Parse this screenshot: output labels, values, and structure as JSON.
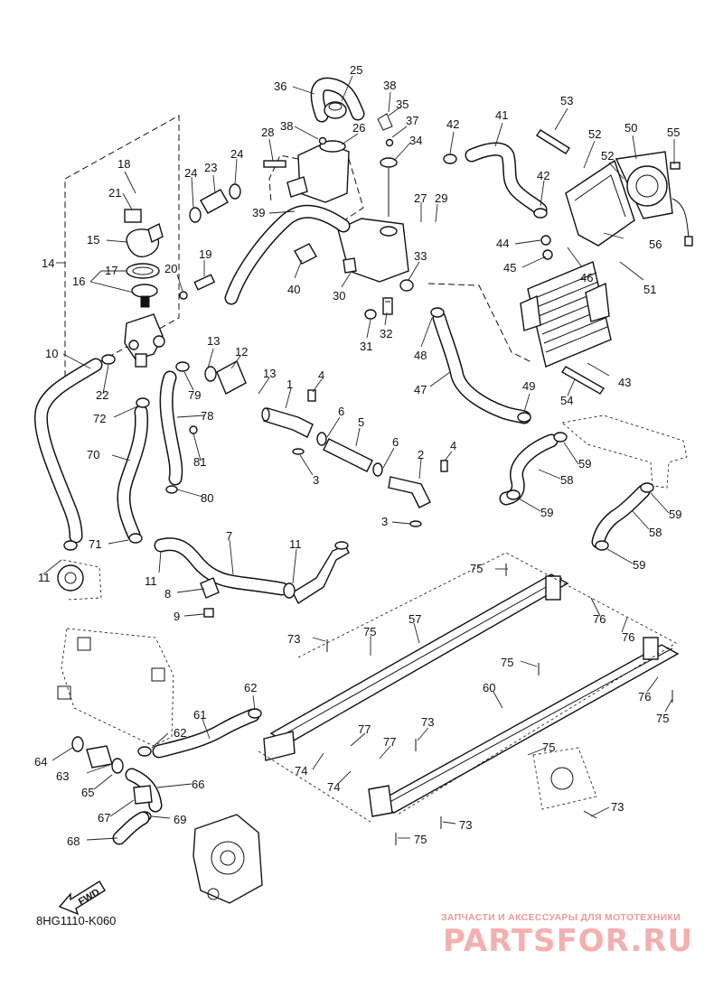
{
  "diagram": {
    "drawing_code": "8HG1110-K060",
    "fwd_label": "FWD",
    "watermark": {
      "tagline": "ЗАПЧАСТИ И АКСЕССУАРЫ ДЛЯ МОТОТЕХНИКИ",
      "brand": "PARTSFOR.RU"
    },
    "callouts": [
      {
        "id": "c25",
        "text": "25"
      },
      {
        "id": "c36",
        "text": "36"
      },
      {
        "id": "c38a",
        "text": "38"
      },
      {
        "id": "c35",
        "text": "35"
      },
      {
        "id": "c38b",
        "text": "38"
      },
      {
        "id": "c26",
        "text": "26"
      },
      {
        "id": "c37",
        "text": "37"
      },
      {
        "id": "c34",
        "text": "34"
      },
      {
        "id": "c42a",
        "text": "42"
      },
      {
        "id": "c41",
        "text": "41"
      },
      {
        "id": "c53",
        "text": "53"
      },
      {
        "id": "c50",
        "text": "50"
      },
      {
        "id": "c52a",
        "text": "52"
      },
      {
        "id": "c55",
        "text": "55"
      },
      {
        "id": "c52b",
        "text": "52"
      },
      {
        "id": "c28",
        "text": "28"
      },
      {
        "id": "c24a",
        "text": "24"
      },
      {
        "id": "c23",
        "text": "23"
      },
      {
        "id": "c24b",
        "text": "24"
      },
      {
        "id": "c18",
        "text": "18"
      },
      {
        "id": "c21",
        "text": "21"
      },
      {
        "id": "c42b",
        "text": "42"
      },
      {
        "id": "c27",
        "text": "27"
      },
      {
        "id": "c29",
        "text": "29"
      },
      {
        "id": "c39",
        "text": "39"
      },
      {
        "id": "c15",
        "text": "15"
      },
      {
        "id": "c56",
        "text": "56"
      },
      {
        "id": "c44",
        "text": "44"
      },
      {
        "id": "c14",
        "text": "14"
      },
      {
        "id": "c17",
        "text": "17"
      },
      {
        "id": "c20",
        "text": "20"
      },
      {
        "id": "c19",
        "text": "19"
      },
      {
        "id": "c33",
        "text": "33"
      },
      {
        "id": "c45",
        "text": "45"
      },
      {
        "id": "c46",
        "text": "46"
      },
      {
        "id": "c16",
        "text": "16"
      },
      {
        "id": "c40",
        "text": "40"
      },
      {
        "id": "c51",
        "text": "51"
      },
      {
        "id": "c30",
        "text": "30"
      },
      {
        "id": "c32",
        "text": "32"
      },
      {
        "id": "c31",
        "text": "31"
      },
      {
        "id": "c48",
        "text": "48"
      },
      {
        "id": "c10",
        "text": "10"
      },
      {
        "id": "c13a",
        "text": "13"
      },
      {
        "id": "c12",
        "text": "12"
      },
      {
        "id": "c43",
        "text": "43"
      },
      {
        "id": "c13b",
        "text": "13"
      },
      {
        "id": "c4a",
        "text": "4"
      },
      {
        "id": "c1",
        "text": "1"
      },
      {
        "id": "c54",
        "text": "54"
      },
      {
        "id": "c47",
        "text": "47"
      },
      {
        "id": "c22",
        "text": "22"
      },
      {
        "id": "c79",
        "text": "79"
      },
      {
        "id": "c49",
        "text": "49"
      },
      {
        "id": "c72",
        "text": "72"
      },
      {
        "id": "c78",
        "text": "78"
      },
      {
        "id": "c6a",
        "text": "6"
      },
      {
        "id": "c5",
        "text": "5"
      },
      {
        "id": "c59a",
        "text": "59"
      },
      {
        "id": "c6b",
        "text": "6"
      },
      {
        "id": "c4b",
        "text": "4"
      },
      {
        "id": "c70",
        "text": "70"
      },
      {
        "id": "c81",
        "text": "81"
      },
      {
        "id": "c3a",
        "text": "3"
      },
      {
        "id": "c2",
        "text": "2"
      },
      {
        "id": "c58a",
        "text": "58"
      },
      {
        "id": "c80",
        "text": "80"
      },
      {
        "id": "c59b",
        "text": "59"
      },
      {
        "id": "c59c",
        "text": "59"
      },
      {
        "id": "c3b",
        "text": "3"
      },
      {
        "id": "c58b",
        "text": "58"
      },
      {
        "id": "c71",
        "text": "71"
      },
      {
        "id": "c7",
        "text": "7"
      },
      {
        "id": "c11a",
        "text": "11"
      },
      {
        "id": "c59d",
        "text": "59"
      },
      {
        "id": "c75a",
        "text": "75"
      },
      {
        "id": "c11b",
        "text": "11"
      },
      {
        "id": "c11c",
        "text": "11"
      },
      {
        "id": "c8",
        "text": "8"
      },
      {
        "id": "c9",
        "text": "9"
      },
      {
        "id": "c76a",
        "text": "76"
      },
      {
        "id": "c57",
        "text": "57"
      },
      {
        "id": "c76b",
        "text": "76"
      },
      {
        "id": "c73a",
        "text": "73"
      },
      {
        "id": "c75b",
        "text": "75"
      },
      {
        "id": "c75c",
        "text": "75"
      },
      {
        "id": "c60",
        "text": "60"
      },
      {
        "id": "c76c",
        "text": "76"
      },
      {
        "id": "c62a",
        "text": "62"
      },
      {
        "id": "c75d",
        "text": "75"
      },
      {
        "id": "c61",
        "text": "61"
      },
      {
        "id": "c62b",
        "text": "62"
      },
      {
        "id": "c73b",
        "text": "73"
      },
      {
        "id": "c77a",
        "text": "77"
      },
      {
        "id": "c77b",
        "text": "77"
      },
      {
        "id": "c75e",
        "text": "75"
      },
      {
        "id": "c64",
        "text": "64"
      },
      {
        "id": "c74a",
        "text": "74"
      },
      {
        "id": "c63",
        "text": "63"
      },
      {
        "id": "c66",
        "text": "66"
      },
      {
        "id": "c74b",
        "text": "74"
      },
      {
        "id": "c65",
        "text": "65"
      },
      {
        "id": "c73c",
        "text": "73"
      },
      {
        "id": "c67",
        "text": "67"
      },
      {
        "id": "c69",
        "text": "69"
      },
      {
        "id": "c73d",
        "text": "73"
      },
      {
        "id": "c68",
        "text": "68"
      },
      {
        "id": "c75f",
        "text": "75"
      }
    ]
  }
}
